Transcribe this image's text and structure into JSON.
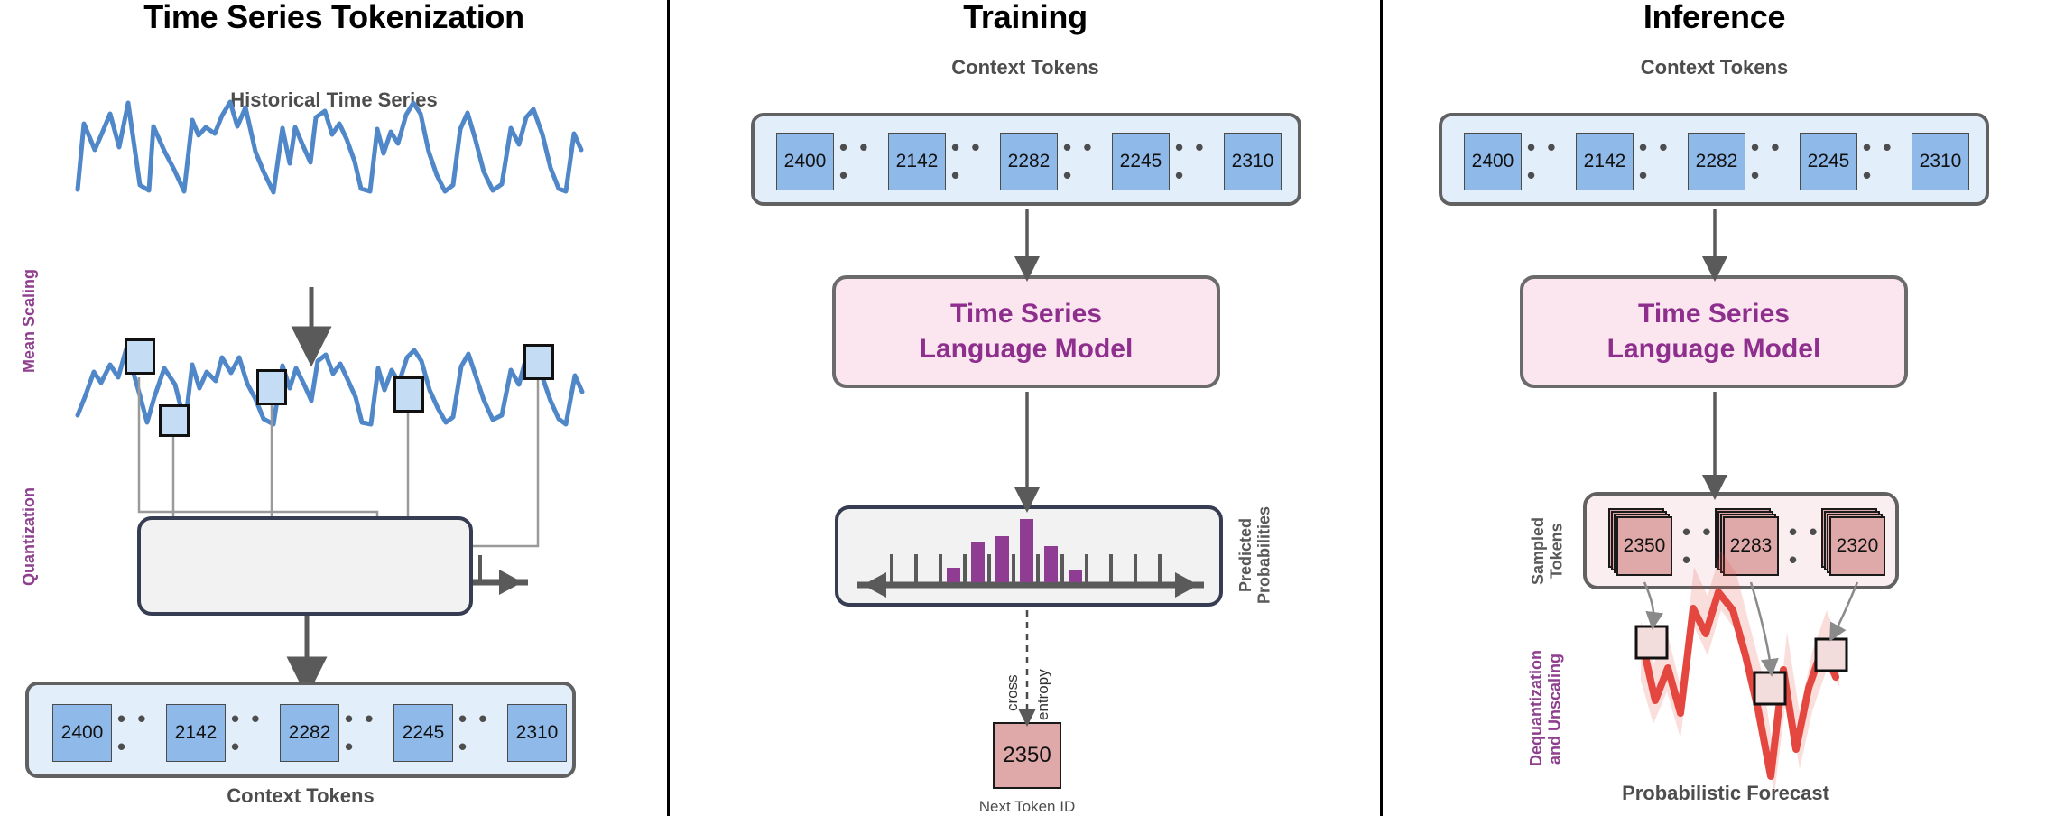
{
  "panels": {
    "tokenization": {
      "title": "Time Series Tokenization",
      "series_label": "Historical Time Series",
      "vlabel_mean_scaling": "Mean Scaling",
      "vlabel_quantization": "Quantization",
      "context_caption": "Context Tokens",
      "tokens": [
        "2400",
        "2142",
        "2282",
        "2245",
        "2310"
      ],
      "ellipsis": "• • •"
    },
    "training": {
      "title": "Training",
      "context_caption": "Context Tokens",
      "tokens": [
        "2400",
        "2142",
        "2282",
        "2245",
        "2310"
      ],
      "ellipsis": "• • •",
      "model_line1": "Time Series",
      "model_line2": "Language Model",
      "vlabel_predicted": "Predicted\nProbabilities",
      "loss_label_left": "cross",
      "loss_label_right": "entropy",
      "next_token": "2350",
      "next_token_caption": "Next Token ID"
    },
    "inference": {
      "title": "Inference",
      "context_caption": "Context Tokens",
      "tokens": [
        "2400",
        "2142",
        "2282",
        "2245",
        "2310"
      ],
      "ellipsis": "• • •",
      "model_line1": "Time Series",
      "model_line2": "Language Model",
      "vlabel_sampled": "Sampled\nTokens",
      "sampled_tokens": [
        "2350",
        "2283",
        "2320"
      ],
      "vlabel_dequant": "Dequantization\nand Unscaling",
      "forecast_caption": "Probabilistic Forecast"
    }
  },
  "colors": {
    "series_blue": "#4f87c9",
    "chip_blue": "#8fb9e8",
    "box_blue_fill": "#e3eefb",
    "model_pink": "#fbe6ef",
    "model_text_purple": "#8e2f8e",
    "vlabel_purple": "#8e3f8e",
    "histogram_purple": "#8e3d93",
    "forecast_red": "#e4473f",
    "chip_pink": "#e0a9a9",
    "gray_box_fill": "#f2f2f2",
    "gray_box_border": "#363d52",
    "label_gray": "#4d4d4d",
    "arrow_gray": "#5a5a5a"
  },
  "chart_data": [
    {
      "type": "line",
      "name": "historical-time-series",
      "title": "Historical Time Series",
      "xlabel": "",
      "ylabel": "",
      "grid": false,
      "legend": "none",
      "values": [
        30,
        72,
        88,
        63,
        92,
        100,
        78,
        56,
        12,
        14,
        78,
        58,
        40,
        10,
        62,
        46,
        64,
        56,
        76,
        92,
        74,
        100,
        66,
        42,
        14,
        16,
        78,
        34,
        68,
        48,
        34,
        88,
        94,
        66,
        82,
        60,
        40,
        12,
        14,
        76,
        58,
        78,
        56,
        88,
        100,
        92,
        62,
        34,
        12,
        18,
        76
      ]
    },
    {
      "type": "line",
      "name": "mean-scaled-time-series",
      "title": "",
      "xlabel": "",
      "ylabel": "",
      "grid": false,
      "legend": "none",
      "values": [
        22,
        58,
        46,
        66,
        72,
        58,
        86,
        100,
        74,
        52,
        10,
        16,
        70,
        44,
        30,
        8,
        62,
        48,
        66,
        54,
        74,
        86,
        72,
        98,
        64,
        40,
        12,
        14,
        70,
        30,
        64,
        44,
        30,
        84,
        92,
        62,
        78,
        56,
        38,
        10,
        12,
        72,
        54,
        74,
        52,
        84,
        98,
        88,
        60,
        32,
        10
      ],
      "markers": [
        {
          "index": 5,
          "label": "quantization-marker-1"
        },
        {
          "index": 11,
          "label": "quantization-marker-2"
        },
        {
          "index": 23,
          "label": "quantization-marker-3"
        },
        {
          "index": 36,
          "label": "quantization-marker-4"
        },
        {
          "index": 47,
          "label": "quantization-marker-5"
        }
      ]
    },
    {
      "type": "bar",
      "name": "predicted-probabilities",
      "title": "Predicted Probabilities",
      "xlabel": "",
      "ylabel": "",
      "grid": false,
      "legend": "none",
      "n_bins": 14,
      "categories": [
        "b1",
        "b2",
        "b3",
        "b4",
        "b5",
        "b6",
        "b7",
        "b8",
        "b9",
        "b10",
        "b11",
        "b12",
        "b13",
        "b14"
      ],
      "values": [
        0,
        0,
        0,
        14,
        0,
        48,
        0,
        58,
        0,
        76,
        0,
        42,
        10,
        0
      ],
      "ylim": [
        0,
        80
      ]
    },
    {
      "type": "line",
      "name": "probabilistic-forecast",
      "title": "Probabilistic Forecast",
      "xlabel": "",
      "ylabel": "",
      "grid": false,
      "legend": "none",
      "values": [
        70,
        18,
        34,
        52,
        40,
        78,
        66,
        80,
        52,
        24,
        6,
        64,
        26,
        48,
        64,
        52
      ],
      "band": "80% prediction interval"
    }
  ]
}
